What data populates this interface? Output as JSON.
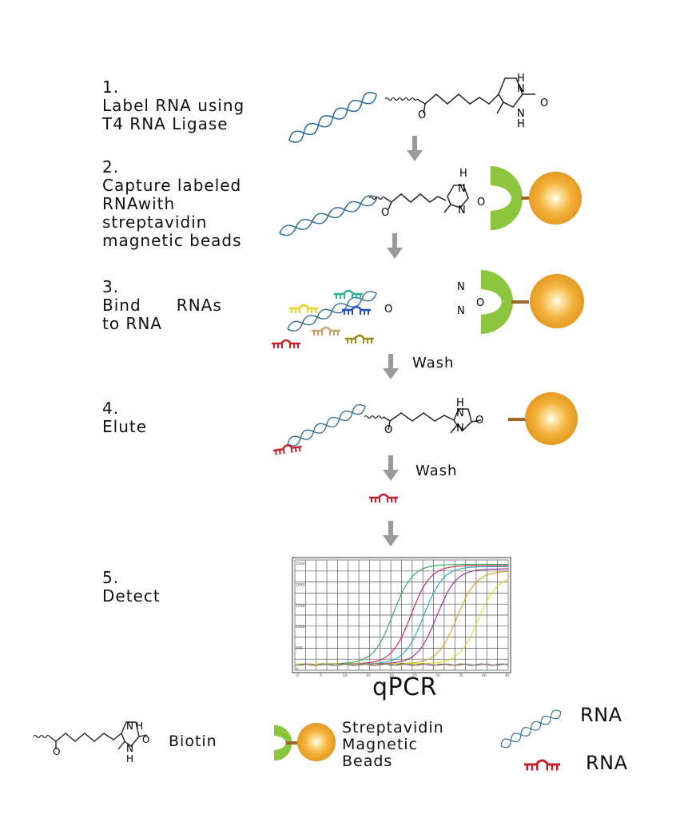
{
  "steps": [
    {
      "number": "1.",
      "lines": [
        "Label RNA using",
        "T4 RNA Ligase"
      ]
    },
    {
      "number": "2.",
      "lines": [
        "Capture labeled",
        "RNAwith",
        "streptavidin",
        "magnetic beads"
      ]
    },
    {
      "number": "3.",
      "lines": [
        "Bind      RNAs",
        "to RNA"
      ]
    },
    {
      "number": "4.",
      "lines": [
        "Elute"
      ]
    },
    {
      "number": "5.",
      "lines": [
        "Detect"
      ]
    }
  ],
  "flow_labels": {
    "wash_1": "Wash",
    "wash_2": "Wash"
  },
  "qpcr": {
    "title": "qPCR",
    "y_ticks": [
      "2500",
      "2000",
      "1500",
      "1000",
      "500",
      "0"
    ],
    "x_ticks": [
      "0",
      "5",
      "10",
      "15",
      "20",
      "25",
      "30",
      "35",
      "40",
      "45"
    ]
  },
  "chem": {
    "oxygen": "O",
    "nitrogen": "N",
    "hydrogen": "H"
  },
  "legend": {
    "biotin": "Biotin",
    "beads_lines": [
      "Streptavidin",
      "Magnetic",
      "Beads"
    ],
    "rna_helix": "RNA",
    "rna_small": "RNA"
  },
  "colors": {
    "rna_helix": "#2a6a9a",
    "small_rna": "#c8202a",
    "streptavidin": "#8cc63f",
    "bead": "#f0a830",
    "linker": "#a0662a",
    "arrow": "#9a9a9a"
  }
}
